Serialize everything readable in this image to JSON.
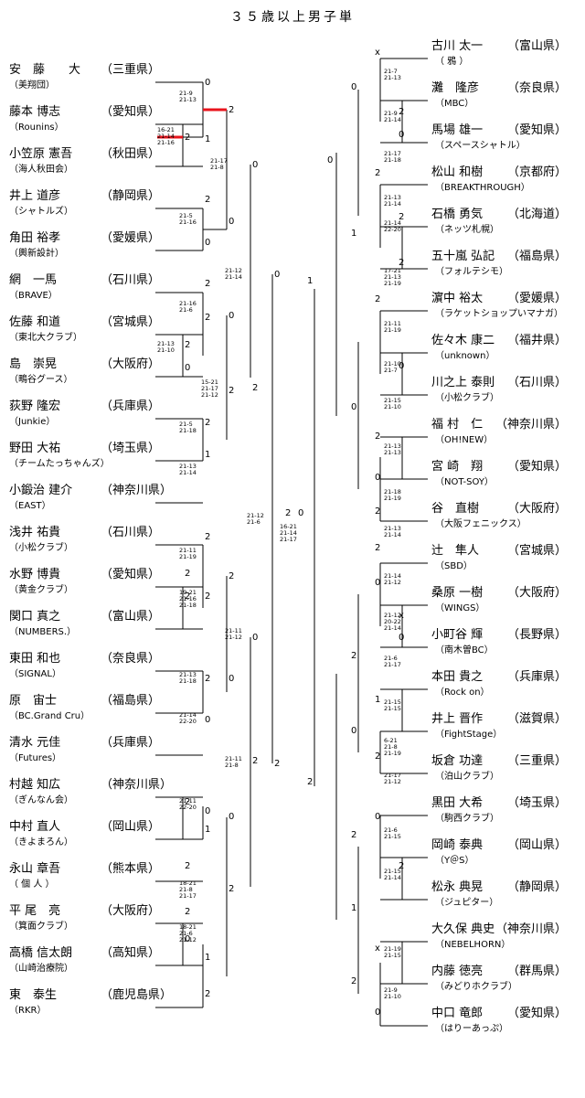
{
  "title": "３５歳以上男子単",
  "left_players": [
    {
      "name": "安　藤　　大",
      "pref": "（三重県）",
      "team": "（美翔団）"
    },
    {
      "name": "藤本 博志",
      "pref": "（愛知県）",
      "team": "（Rounins）"
    },
    {
      "name": "小笠原 憲吾",
      "pref": "（秋田県）",
      "team": "（海人秋田会）"
    },
    {
      "name": "井上 道彦",
      "pref": "（静岡県）",
      "team": "（シャトルズ）"
    },
    {
      "name": "角田 裕孝",
      "pref": "（愛媛県）",
      "team": "（輿新設計）"
    },
    {
      "name": "網　一馬",
      "pref": "（石川県）",
      "team": "（BRAVE）"
    },
    {
      "name": "佐藤 和道",
      "pref": "（宮城県）",
      "team": "（東北大クラブ）"
    },
    {
      "name": "島　崇晃",
      "pref": "（大阪府）",
      "team": "（鴫谷グース）"
    },
    {
      "name": "荻野 隆宏",
      "pref": "（兵庫県）",
      "team": "（Junkie）"
    },
    {
      "name": "野田 大祐",
      "pref": "（埼玉県）",
      "team": "（チームたっちゃんズ）"
    },
    {
      "name": "小鍛治 建介",
      "pref": "（神奈川県）",
      "team": "（EAST）"
    },
    {
      "name": "浅井 祐貴",
      "pref": "（石川県）",
      "team": "（小松クラブ）"
    },
    {
      "name": "水野 博貴",
      "pref": "（愛知県）",
      "team": "（黄金クラブ）"
    },
    {
      "name": "関口 真之",
      "pref": "（富山県）",
      "team": "（NUMBERS.）"
    },
    {
      "name": "東田 和也",
      "pref": "（奈良県）",
      "team": "（SIGNAL）"
    },
    {
      "name": "原　宙士",
      "pref": "（福島県）",
      "team": "（BC.Grand Cru）"
    },
    {
      "name": "清水 元佳",
      "pref": "（兵庫県）",
      "team": "（Futures）"
    },
    {
      "name": "村越 知広",
      "pref": "（神奈川県）",
      "team": "（ぎんなん会）"
    },
    {
      "name": "中村 直人",
      "pref": "（岡山県）",
      "team": "（きよまろん）"
    },
    {
      "name": "永山 章吾",
      "pref": "（熊本県）",
      "team": "（ 個 人 ）"
    },
    {
      "name": "平 尾　亮",
      "pref": "（大阪府）",
      "team": "（箕面クラブ）"
    },
    {
      "name": "高橋 信太朗",
      "pref": "（高知県）",
      "team": "（山崎治療院）"
    },
    {
      "name": "東　泰生",
      "pref": "（鹿児島県）",
      "team": "（RKR）"
    }
  ],
  "right_players": [
    {
      "name": "古川 太一",
      "pref": "（富山県）",
      "team": "（ 鴉 ）"
    },
    {
      "name": "灘　隆彦",
      "pref": "（奈良県）",
      "team": "（MBC）"
    },
    {
      "name": "馬場 雄一",
      "pref": "（愛知県）",
      "team": "（スペースシャトル）"
    },
    {
      "name": "松山 和樹",
      "pref": "（京都府）",
      "team": "（BREAKTHROUGH）"
    },
    {
      "name": "石橋 勇気",
      "pref": "（北海道）",
      "team": "（ネッツ札幌）"
    },
    {
      "name": "五十嵐 弘記",
      "pref": "（福島県）",
      "team": "（フォルテシモ）"
    },
    {
      "name": "濵中 裕太",
      "pref": "（愛媛県）",
      "team": "（ラケットショップいマナガ）"
    },
    {
      "name": "佐々木 康二",
      "pref": "（福井県）",
      "team": "（unknown）"
    },
    {
      "name": "川之上 泰則",
      "pref": "（石川県）",
      "team": "（小松クラブ）"
    },
    {
      "name": "福 村　仁",
      "pref": "（神奈川県）",
      "team": "（OH!NEW）"
    },
    {
      "name": "宮 崎　翔",
      "pref": "（愛知県）",
      "team": "（NOT-SOY）"
    },
    {
      "name": "谷　直樹",
      "pref": "（大阪府）",
      "team": "（大阪フェニックス）"
    },
    {
      "name": "辻　隼人",
      "pref": "（宮城県）",
      "team": "（SBD）"
    },
    {
      "name": "桑原 一樹",
      "pref": "（大阪府）",
      "team": "（WINGS）"
    },
    {
      "name": "小町谷 輝",
      "pref": "（長野県）",
      "team": "（南木曽BC）"
    },
    {
      "name": "本田 貴之",
      "pref": "（兵庫県）",
      "team": "（Rock on）"
    },
    {
      "name": "井上 晋作",
      "pref": "（滋賀県）",
      "team": "（FightStage）"
    },
    {
      "name": "坂倉 功達",
      "pref": "（三重県）",
      "team": "（泊山クラブ）"
    },
    {
      "name": "黒田 大希",
      "pref": "（埼玉県）",
      "team": "（駒西クラブ）"
    },
    {
      "name": "岡崎 泰典",
      "pref": "（岡山県）",
      "team": "（Y＠S）"
    },
    {
      "name": "松永 典晃",
      "pref": "（静岡県）",
      "team": "（ジュピター）"
    },
    {
      "name": "大久保 典史",
      "pref": "（神奈川県）",
      "team": "（NEBELHORN）"
    },
    {
      "name": "内藤 徳亮",
      "pref": "（群馬県）",
      "team": "（みどりホクラブ）"
    },
    {
      "name": "中口 竜郎",
      "pref": "（愛知県）",
      "team": "（はりーあっぷ）"
    }
  ],
  "results": [
    "2",
    "0",
    "1",
    "2",
    "0",
    "2",
    "0",
    "2",
    "0",
    "2",
    "2",
    "2",
    "1",
    "0",
    "2",
    "0",
    "2",
    "0",
    "2",
    "2",
    "2",
    "2",
    "2",
    "0",
    "2",
    "0",
    "2",
    "2",
    "0",
    "1",
    "2",
    "0",
    "1",
    "2",
    "0",
    "2",
    "0",
    "2",
    "2",
    "x",
    "0",
    "2",
    "0",
    "2",
    "2",
    "2",
    "1",
    "0",
    "2",
    "0",
    "0",
    "2",
    "0",
    "2",
    "1",
    "2",
    "0",
    "x",
    "0",
    "2",
    "1",
    "0",
    "2",
    "2",
    "0",
    "2",
    "1",
    "x",
    "2",
    "0",
    "2",
    "0",
    "2",
    "1",
    "2",
    "0",
    "1",
    "2",
    "0",
    "2",
    "0",
    "2",
    "2",
    "1",
    "2",
    "0",
    "2",
    "0",
    "0",
    "2",
    "0",
    "2",
    "1",
    "0",
    "2",
    "0",
    "1",
    "2",
    "0",
    "2",
    "2",
    "1"
  ],
  "scores": [
    "21-9 21-13",
    "16-21 21-14 21-16",
    "21-17 21-8",
    "21-5 21-16",
    "21-12 21-14",
    "21-16 21-6",
    "21-13 21-10",
    "15-21 21-17 21-12",
    "21-5 21-18",
    "21-13 21-14",
    "21-12 21-6",
    "16-21 21-14 21-17",
    "21-11 21-19",
    "19-21 21-16 21-18",
    "21-11 21-12",
    "21-13 21-18",
    "21-14 22-20",
    "21-11 21-8",
    "21-11 22-20",
    "18-21 21-8 21-17",
    "18-21 21-6 21-12",
    "21-7 21-13",
    "21-9 21-14",
    "21-17 21-18",
    "21-13 21-14",
    "21-14 22-20",
    "17-21 21-13 21-19",
    "21-11 21-19",
    "21-10 21-7",
    "21-15 21-10",
    "21-13 21-13",
    "21-18 21-19",
    "21-13 21-14",
    "21-14 21-12",
    "21-12 20-22 21-14",
    "21-6 21-17",
    "21-15 21-15",
    "6-21 21-8 21-19",
    "21-17 21-12",
    "21-6 21-15",
    "21-15 21-14",
    "21-19 21-15",
    "21-9 21-10"
  ]
}
